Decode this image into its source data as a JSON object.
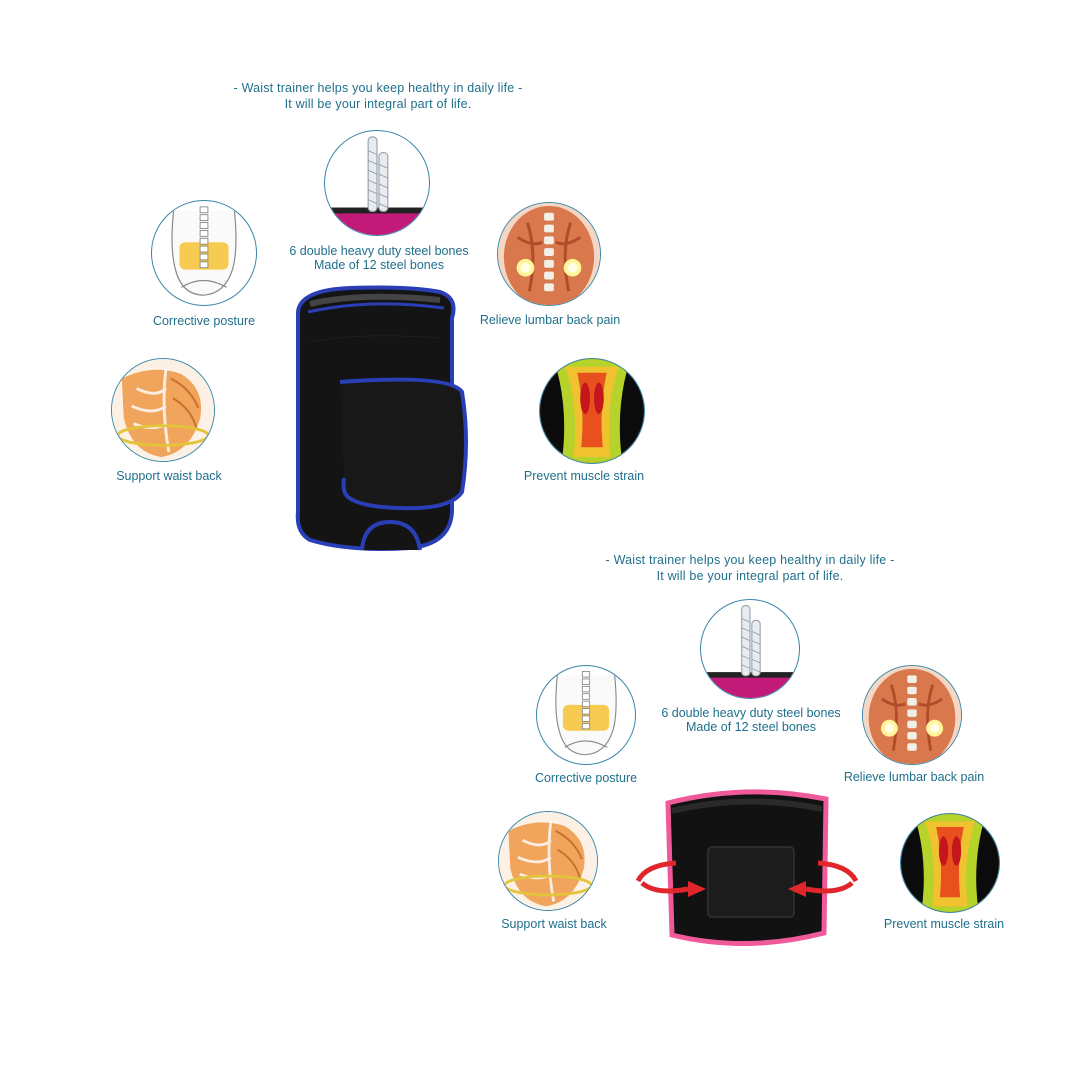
{
  "panels": [
    {
      "belt_color": "blue",
      "headline_line1": "- Waist trainer helps you keep healthy in daily life -",
      "headline_line2": "It will be your integral part of life.",
      "features": {
        "steel_bones_line1": "6 double heavy duty steel bones",
        "steel_bones_line2": "Made of 12 steel bones",
        "corrective_posture": "Corrective posture",
        "relieve_lumbar": "Relieve lumbar back pain",
        "support_waist": "Support waist back",
        "prevent_strain": "Prevent muscle strain"
      },
      "icons": [
        "steel-bones-icon",
        "spine-posture-icon",
        "lumbar-heat-icon",
        "waist-back-icon",
        "muscle-strain-icon"
      ]
    },
    {
      "belt_color": "pink",
      "headline_line1": "- Waist trainer helps you keep healthy in daily life -",
      "headline_line2": "It will be your integral part of life.",
      "features": {
        "steel_bones_line1": "6 double heavy duty steel bones",
        "steel_bones_line2": "Made of 12 steel bones",
        "corrective_posture": "Corrective posture",
        "relieve_lumbar": "Relieve lumbar back pain",
        "support_waist": "Support waist back",
        "prevent_strain": "Prevent muscle strain"
      },
      "icons": [
        "steel-bones-icon",
        "spine-posture-icon",
        "lumbar-heat-icon",
        "waist-back-icon",
        "muscle-strain-icon"
      ]
    }
  ],
  "colors": {
    "text": "#1f6f8b",
    "circle_border": "#3b86a8",
    "belt_body": "#111111",
    "blue_trim": "#2a3fb5",
    "pink_trim": "#f05a9a",
    "arrow_red": "#e0262b"
  }
}
